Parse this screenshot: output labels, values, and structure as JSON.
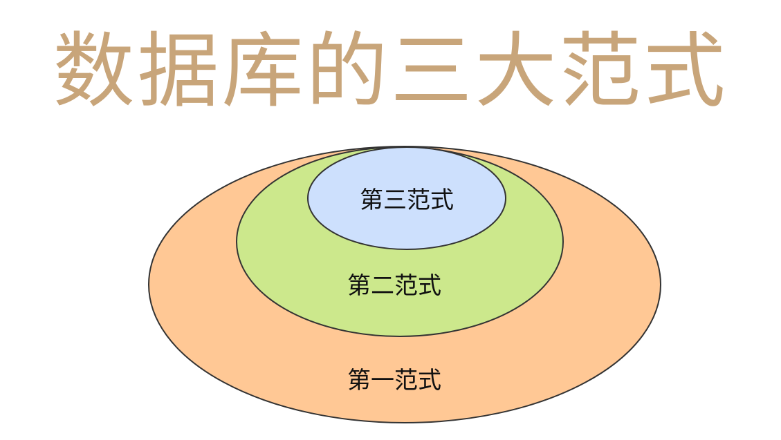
{
  "title": "数据库的三大范式",
  "levels": [
    {
      "label": "第一范式",
      "color": "#ffc895"
    },
    {
      "label": "第二范式",
      "color": "#cce88c"
    },
    {
      "label": "第三范式",
      "color": "#cde0fd"
    }
  ],
  "colors": {
    "title": "#c8a57a",
    "outline": "#333333"
  }
}
